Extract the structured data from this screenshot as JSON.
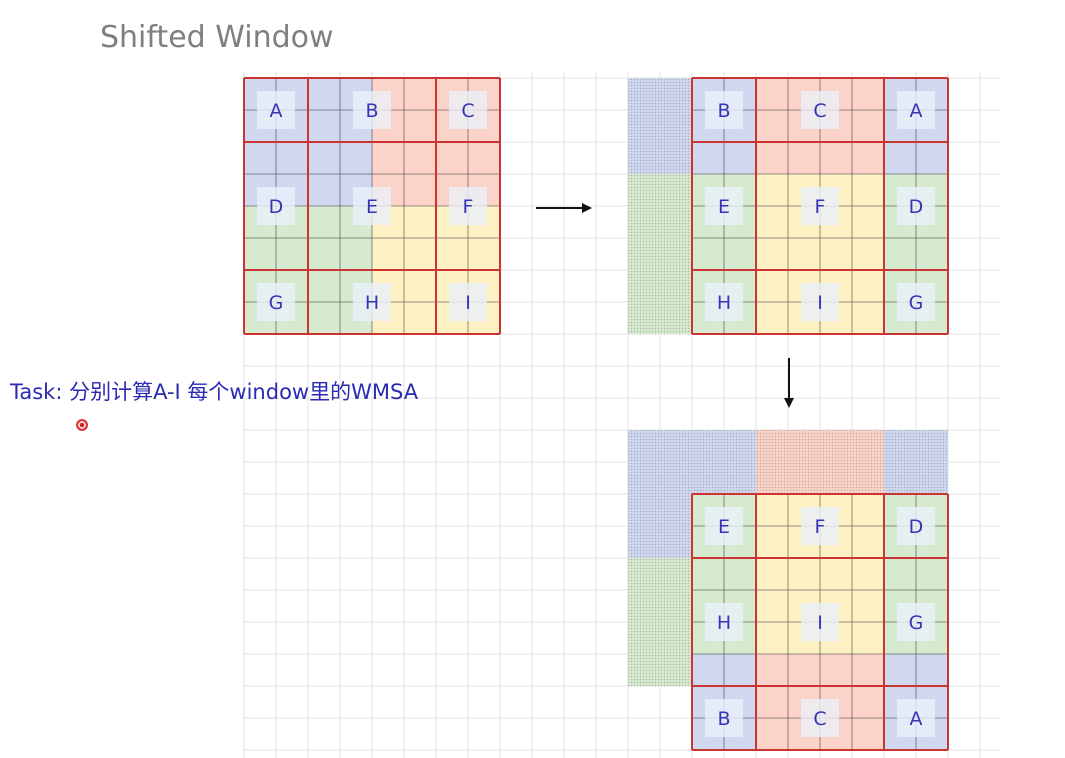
{
  "title": "Shifted Window",
  "task": "Task: 分别计算A-I 每个window里的WMSA",
  "colors": {
    "blue": "#cfd8ef",
    "red": "#fbd3c8",
    "green": "#d6ead0",
    "yellow": "#fdf1c4",
    "window_border": "#cc3333",
    "grid_line": "#e3e3e3",
    "cell_line": "#444444",
    "label": "#3535b5",
    "label_bg": "#eaf0fa"
  },
  "grid1": {
    "regions": [
      [
        "blue",
        "blue",
        "blue",
        "blue",
        "red",
        "red",
        "red",
        "red"
      ],
      [
        "blue",
        "blue",
        "blue",
        "blue",
        "red",
        "red",
        "red",
        "red"
      ],
      [
        "blue",
        "blue",
        "blue",
        "blue",
        "red",
        "red",
        "red",
        "red"
      ],
      [
        "blue",
        "blue",
        "blue",
        "blue",
        "red",
        "red",
        "red",
        "red"
      ],
      [
        "green",
        "green",
        "green",
        "green",
        "yellow",
        "yellow",
        "yellow",
        "yellow"
      ],
      [
        "green",
        "green",
        "green",
        "green",
        "yellow",
        "yellow",
        "yellow",
        "yellow"
      ],
      [
        "green",
        "green",
        "green",
        "green",
        "yellow",
        "yellow",
        "yellow",
        "yellow"
      ],
      [
        "green",
        "green",
        "green",
        "green",
        "yellow",
        "yellow",
        "yellow",
        "yellow"
      ]
    ],
    "labels": [
      [
        "A",
        "B",
        "C"
      ],
      [
        "D",
        "E",
        "F"
      ],
      [
        "G",
        "H",
        "I"
      ]
    ]
  },
  "grid2": {
    "regions": [
      [
        "blue",
        "blue",
        "red",
        "red",
        "red",
        "red",
        "blue",
        "blue"
      ],
      [
        "blue",
        "blue",
        "red",
        "red",
        "red",
        "red",
        "blue",
        "blue"
      ],
      [
        "blue",
        "blue",
        "red",
        "red",
        "red",
        "red",
        "blue",
        "blue"
      ],
      [
        "green",
        "green",
        "yellow",
        "yellow",
        "yellow",
        "yellow",
        "green",
        "green"
      ],
      [
        "green",
        "green",
        "yellow",
        "yellow",
        "yellow",
        "yellow",
        "green",
        "green"
      ],
      [
        "green",
        "green",
        "yellow",
        "yellow",
        "yellow",
        "yellow",
        "green",
        "green"
      ],
      [
        "green",
        "green",
        "yellow",
        "yellow",
        "yellow",
        "yellow",
        "green",
        "green"
      ],
      [
        "green",
        "green",
        "yellow",
        "yellow",
        "yellow",
        "yellow",
        "green",
        "green"
      ]
    ],
    "labels": [
      [
        "B",
        "C",
        "A"
      ],
      [
        "E",
        "F",
        "D"
      ],
      [
        "H",
        "I",
        "G"
      ]
    ]
  },
  "grid3": {
    "regions": [
      [
        "green",
        "green",
        "yellow",
        "yellow",
        "yellow",
        "yellow",
        "green",
        "green"
      ],
      [
        "green",
        "green",
        "yellow",
        "yellow",
        "yellow",
        "yellow",
        "green",
        "green"
      ],
      [
        "green",
        "green",
        "yellow",
        "yellow",
        "yellow",
        "yellow",
        "green",
        "green"
      ],
      [
        "green",
        "green",
        "yellow",
        "yellow",
        "yellow",
        "yellow",
        "green",
        "green"
      ],
      [
        "green",
        "green",
        "yellow",
        "yellow",
        "yellow",
        "yellow",
        "green",
        "green"
      ],
      [
        "blue",
        "blue",
        "red",
        "red",
        "red",
        "red",
        "blue",
        "blue"
      ],
      [
        "blue",
        "blue",
        "red",
        "red",
        "red",
        "red",
        "blue",
        "blue"
      ],
      [
        "blue",
        "blue",
        "red",
        "red",
        "red",
        "red",
        "blue",
        "blue"
      ]
    ],
    "labels": [
      [
        "E",
        "F",
        "D"
      ],
      [
        "H",
        "I",
        "G"
      ],
      [
        "B",
        "C",
        "A"
      ]
    ]
  },
  "ghost2": {
    "cells": [
      [
        "blue"
      ],
      [
        "blue"
      ],
      [
        "blue"
      ],
      [
        "green"
      ],
      [
        "green"
      ],
      [
        "green"
      ],
      [
        "green"
      ],
      [
        "green"
      ]
    ]
  },
  "ghost3": {
    "top": [
      "blue",
      "blue",
      "blue",
      "blue",
      "red",
      "red",
      "red",
      "red",
      "blue",
      "blue"
    ],
    "left": [
      "blue",
      "blue",
      "green",
      "green",
      "green",
      "green"
    ]
  }
}
